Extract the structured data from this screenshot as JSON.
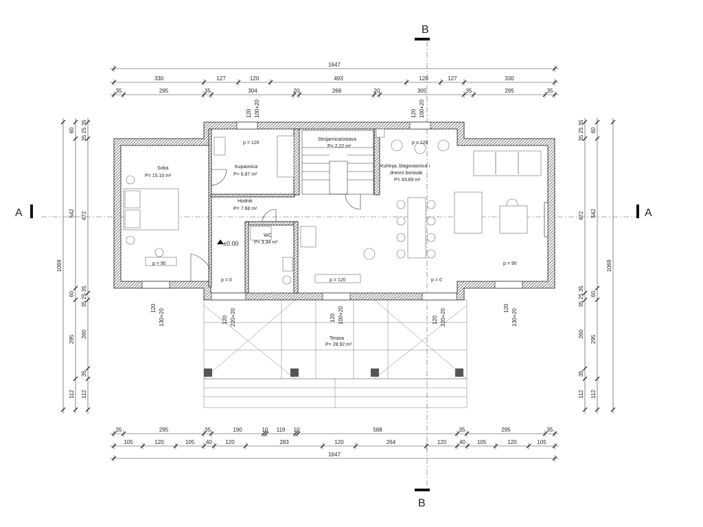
{
  "section_marks": {
    "b_top": "B",
    "b_bottom": "B",
    "a_left": "A",
    "a_right": "A"
  },
  "rooms": {
    "soba": {
      "name": "Soba",
      "area": "P= 15.10 m²"
    },
    "kupaonica": {
      "name": "Kupaonica",
      "area": "P= 6.87 m²"
    },
    "strojarnica": {
      "name": "Strojarnica/ostava",
      "area": "P= 2.22 m²"
    },
    "kuhinja": {
      "name1": "Kuhinja, blagovaonica i",
      "name2": "dnevni boravak",
      "area": "P= 43.89 m²"
    },
    "hodnik": {
      "name": "Hodnik",
      "area": "P= 7.68 m²"
    },
    "wc": {
      "name": "WC",
      "area": "P= 3.34 m²"
    },
    "terasa": {
      "name": "Terasa",
      "area": "P= 28.92 m²"
    }
  },
  "level": "±0.00",
  "parapets": [
    "p = 120",
    "p = 120",
    "p = 90",
    "p = 0",
    "p = 120",
    "p = 0",
    "p = 90"
  ],
  "dims_top": {
    "total": "1647",
    "row2": [
      "330",
      "127",
      "120",
      "493",
      "120",
      "127",
      "330"
    ],
    "row3": [
      "35",
      "295",
      "35",
      "304",
      "20",
      "268",
      "20",
      "305",
      "35",
      "295",
      "35"
    ]
  },
  "dims_bottom": {
    "row1": [
      "35",
      "295",
      "35",
      "190",
      "10",
      "119",
      "10",
      "588",
      "35",
      "295",
      "35"
    ],
    "row2": [
      "105",
      "120",
      "105",
      "40",
      "120",
      "283",
      "120",
      "264",
      "120",
      "40",
      "105",
      "120",
      "105"
    ],
    "total": "1647"
  },
  "dims_side": {
    "total": "1069",
    "outer": [
      "60",
      "542",
      "60",
      "295",
      "112"
    ],
    "inner": [
      "35 25 35",
      "472",
      "35 25 35",
      "260",
      "35",
      "112"
    ]
  },
  "openings": {
    "top_a": [
      "120",
      "100+20"
    ],
    "top_b": [
      "120",
      "100+20"
    ],
    "bottom_a": [
      "120",
      "130+20"
    ],
    "bottom_b": [
      "120",
      "130+20"
    ],
    "terrace_a": [
      "120",
      "220+20"
    ],
    "terrace_b": [
      "120",
      "100+20"
    ],
    "terrace_c": [
      "120",
      "220+20"
    ]
  }
}
